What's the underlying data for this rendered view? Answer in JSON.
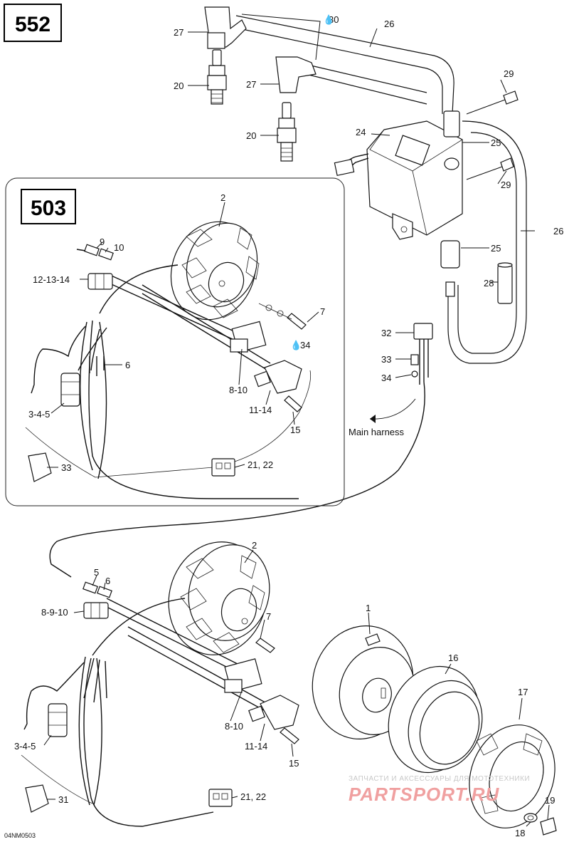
{
  "page_number": "552",
  "inset_number": "503",
  "drawing_code": "04NM0503",
  "watermark": {
    "line1": "ЗАПЧАСТИ И АКСЕССУАРЫ ДЛЯ МОТОТЕХНИКИ",
    "line2": "PARTSPORT.RU"
  },
  "callouts": {
    "c30": "30",
    "c26a": "26",
    "c27a": "27",
    "c20a": "20",
    "c27b": "27",
    "c20b": "20",
    "c29a": "29",
    "c24": "24",
    "c25a": "25",
    "c29b": "29",
    "c26b": "26",
    "c25b": "25",
    "c28": "28",
    "c32": "32",
    "c33a": "33",
    "c34a": "34",
    "main_harness": "Main harness",
    "i2": "2",
    "i9": "9",
    "i10": "10",
    "i12": "12-13-14",
    "i7": "7",
    "i34": "34",
    "i6": "6",
    "i810": "8-10",
    "i345": "3-4-5",
    "i1114": "11-14",
    "i15": "15",
    "i33": "33",
    "i2122": "21, 22",
    "b2": "2",
    "b5": "5",
    "b6": "6",
    "b8910": "8-9-10",
    "b7": "7",
    "b1": "1",
    "b16": "16",
    "b17": "17",
    "b810": "8-10",
    "b345": "3-4-5",
    "b1114": "11-14",
    "b15": "15",
    "b31": "31",
    "b2122": "21, 22",
    "b19": "19",
    "b18": "18"
  }
}
